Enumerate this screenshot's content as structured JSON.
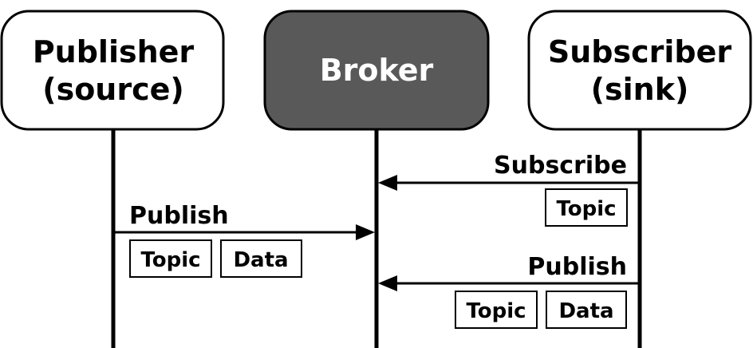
{
  "actors": {
    "publisher": {
      "line1": "Publisher",
      "line2": "(source)"
    },
    "broker": {
      "label": "Broker"
    },
    "subscriber": {
      "line1": "Subscriber",
      "line2": "(sink)"
    }
  },
  "messages": {
    "subscribe": {
      "label": "Subscribe",
      "fields": [
        "Topic"
      ]
    },
    "publish_from_publisher": {
      "label": "Publish",
      "fields": [
        "Topic",
        "Data"
      ]
    },
    "publish_to_subscriber": {
      "label": "Publish",
      "fields": [
        "Topic",
        "Data"
      ]
    }
  },
  "colors": {
    "broker_fill": "#595959",
    "stroke": "#000000",
    "background": "#ffffff",
    "broker_text": "#ffffff"
  }
}
